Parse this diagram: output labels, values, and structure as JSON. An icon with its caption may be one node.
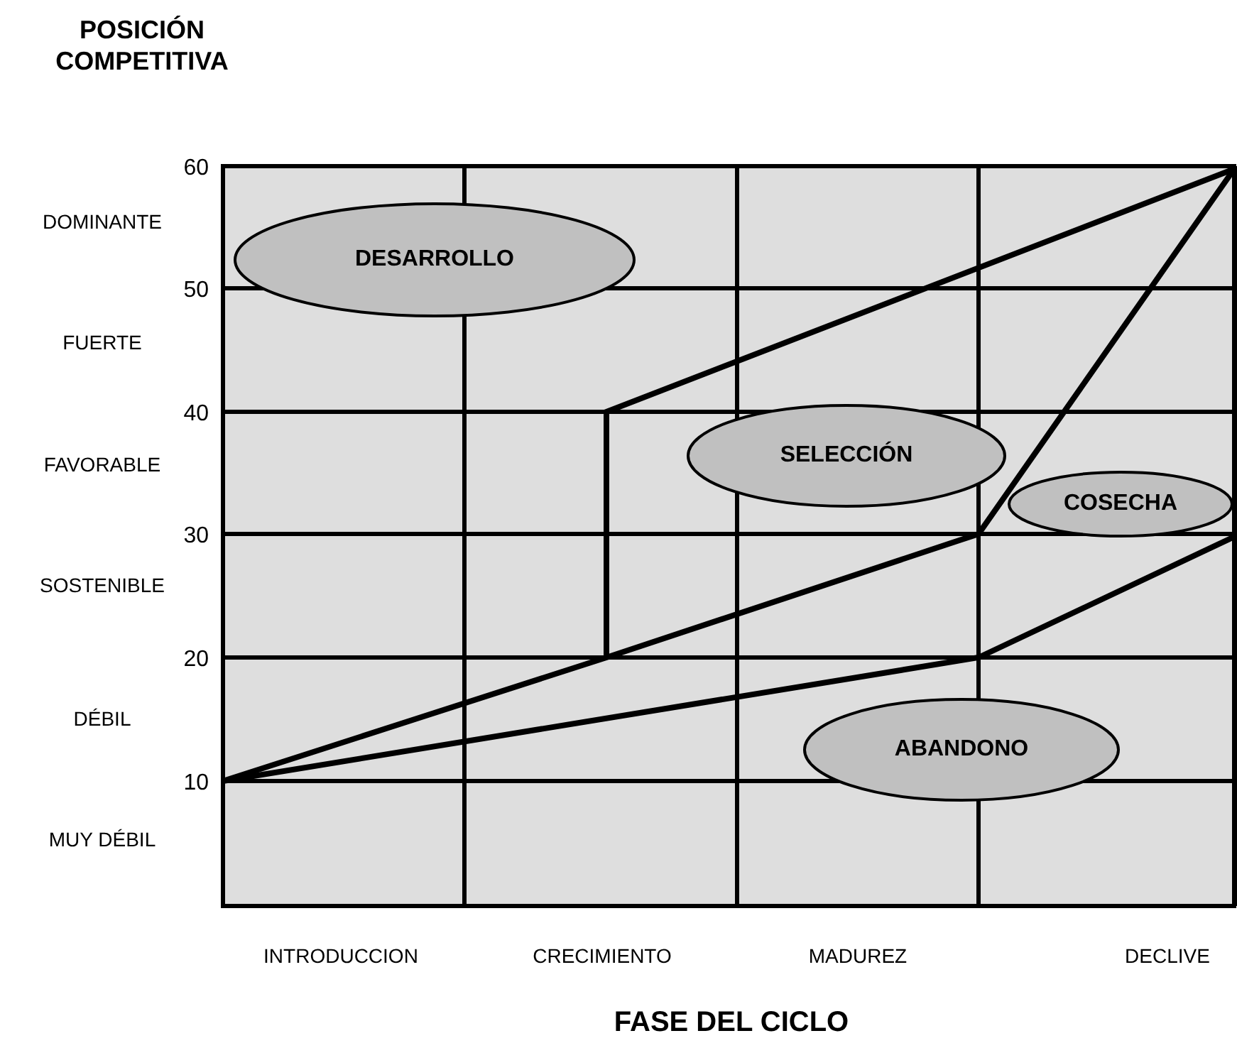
{
  "diagram": {
    "nodes": [
      {
        "text": [
          "DESARROLLO"
        ]
      },
      {
        "text": [
          "SELECCIÓN"
        ]
      },
      {
        "text": [
          "COSECHA"
        ]
      },
      {
        "text": [
          "ABANDONO"
        ]
      }
    ],
    "labels": [
      "POSICIÓN COMPETITIVA",
      "60",
      "DOMINANTE",
      "50",
      "FUERTE",
      "40",
      "FAVORABLE",
      "30",
      "SOSTENIBLE",
      "20",
      "DÉBIL",
      "10",
      "MUY DÉBIL",
      "INTRODUCCION",
      "CRECIMIENTO",
      "MADUREZ",
      "DECLIVE",
      "FASE DEL CICLO"
    ]
  }
}
